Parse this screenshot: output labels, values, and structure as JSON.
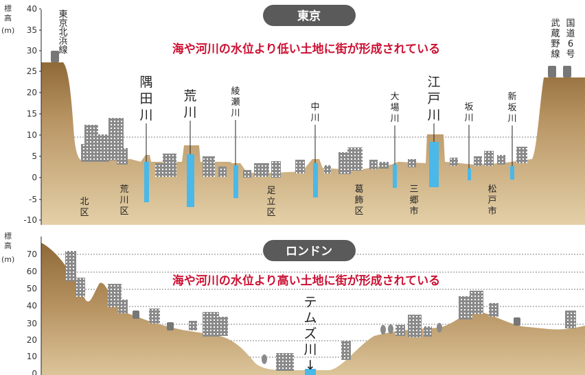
{
  "tokyo": {
    "title": "東京",
    "headline": "海や河川の水位より低い土地に街が形成されている",
    "y_label_top": "標",
    "y_label_mid": "高",
    "y_label_unit": "(m)",
    "ticks": [
      "40",
      "35",
      "30",
      "25",
      "20",
      "15",
      "10",
      "5",
      "0",
      "-5",
      "-10"
    ],
    "left_rail": [
      "東",
      "京",
      "北",
      "浜",
      "線"
    ],
    "right_rail_a": [
      "国",
      "道",
      "6",
      "号"
    ],
    "right_rail_b": [
      "武",
      "蔵",
      "野",
      "線"
    ],
    "rivers": [
      {
        "chars": [
          "隅",
          "田",
          "川"
        ]
      },
      {
        "chars": [
          "荒",
          "川"
        ]
      },
      {
        "chars": [
          "綾",
          "瀬",
          "川"
        ]
      },
      {
        "chars": [
          "中",
          "川"
        ]
      },
      {
        "chars": [
          "大",
          "場",
          "川"
        ]
      },
      {
        "chars": [
          "江",
          "戸",
          "川"
        ]
      },
      {
        "chars": [
          "坂",
          "川"
        ]
      },
      {
        "chars": [
          "新",
          "坂",
          "川"
        ]
      }
    ],
    "wards": [
      {
        "chars": [
          "北",
          "区"
        ]
      },
      {
        "chars": [
          "荒",
          "川",
          "区"
        ]
      },
      {
        "chars": [
          "足",
          "立",
          "区"
        ]
      },
      {
        "chars": [
          "葛",
          "飾",
          "区"
        ]
      },
      {
        "chars": [
          "三",
          "郷",
          "市"
        ]
      },
      {
        "chars": [
          "松",
          "戸",
          "市"
        ]
      }
    ]
  },
  "london": {
    "title": "ロンドン",
    "headline": "海や河川の水位より高い土地に街が形成されている",
    "y_label_top": "標",
    "y_label_mid": "高",
    "y_label_unit": "(m)",
    "ticks": [
      "70",
      "60",
      "50",
      "40",
      "30",
      "20",
      "10",
      "0"
    ],
    "river": {
      "chars": [
        "テ",
        "ム",
        "ズ",
        "川",
        "↓"
      ]
    }
  },
  "colors": {
    "pill": "#5a5a5a",
    "headline": "#cc1133",
    "ground_top": "#9a7440",
    "ground_bottom": "#e2cda2",
    "water": "#4ab8e8",
    "building": "#8a8a8a"
  }
}
